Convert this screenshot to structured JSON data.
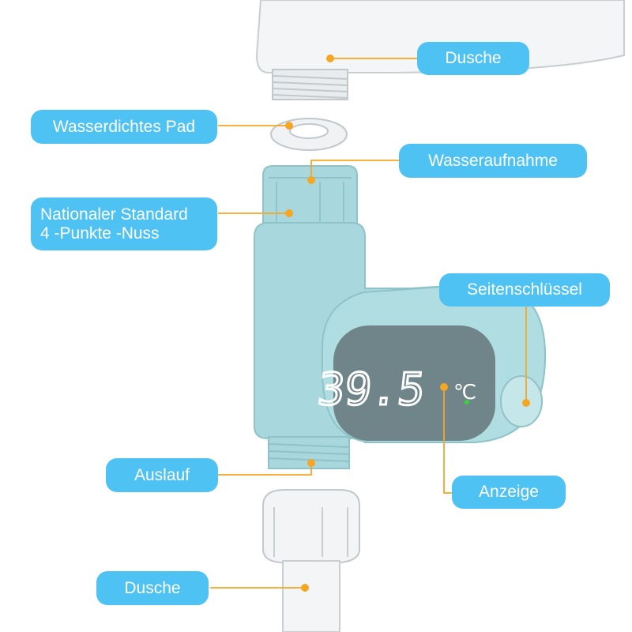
{
  "labels": {
    "shower_top": "Dusche",
    "waterproof_pad": "Wasserdichtes Pad",
    "water_intake": "Wasseraufnahme",
    "national_standard_line1": "Nationaler Standard",
    "national_standard_line2": "4 -Punkte -Nuss",
    "side_key": "Seitenschlüssel",
    "outlet": "Auslauf",
    "display": "Anzeige",
    "shower_bottom": "Dusche"
  },
  "display_reading": "39.5",
  "display_unit": "℃",
  "colors": {
    "label_bg": "#4ec3f3",
    "leader_line": "#f5a623",
    "device_body": "#a8d8dd",
    "screen": "#6f8589"
  }
}
